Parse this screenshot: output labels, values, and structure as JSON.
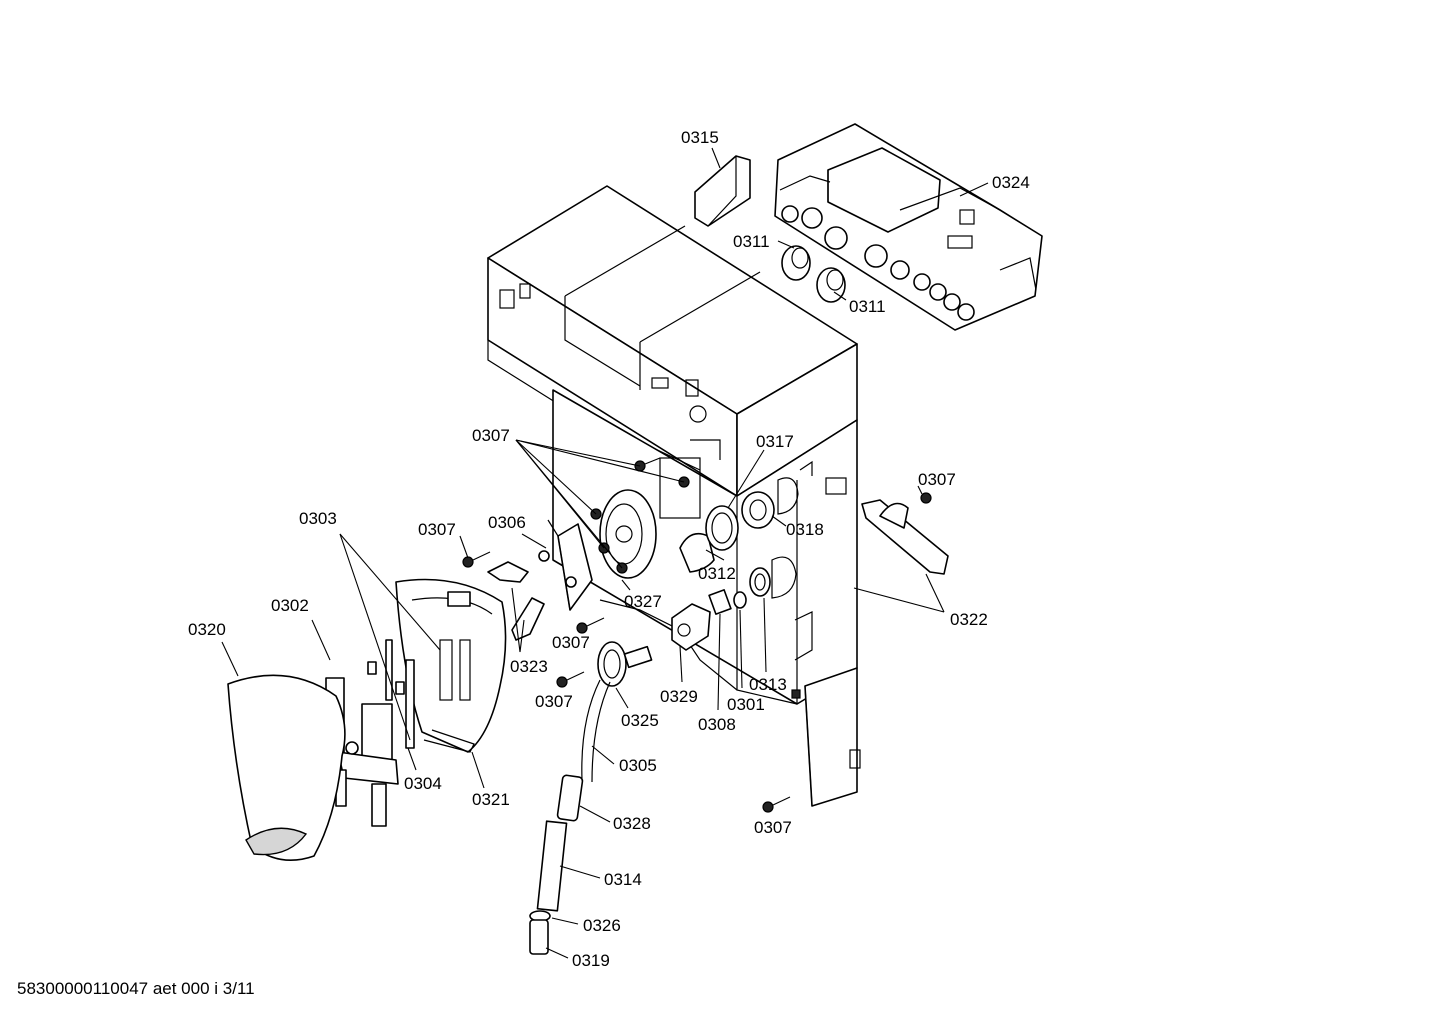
{
  "labels": {
    "l0315": "0315",
    "l0324": "0324",
    "l0311a": "0311",
    "l0311b": "0311",
    "l0307a": "0307",
    "l0317": "0317",
    "l0307b": "0307",
    "l0303": "0303",
    "l0307c": "0307",
    "l0306": "0306",
    "l0318": "0318",
    "l0312": "0312",
    "l0302": "0302",
    "l0327": "0327",
    "l0322": "0322",
    "l0320": "0320",
    "l0307d": "0307",
    "l0323": "0323",
    "l0313": "0313",
    "l0329": "0329",
    "l0301": "0301",
    "l0307e": "0307",
    "l0325": "0325",
    "l0308": "0308",
    "l0305": "0305",
    "l0304": "0304",
    "l0321": "0321",
    "l0328": "0328",
    "l0307f": "0307",
    "l0314": "0314",
    "l0326": "0326",
    "l0319": "0319"
  },
  "footer": "58300000110047 aet 000 i 3/11"
}
